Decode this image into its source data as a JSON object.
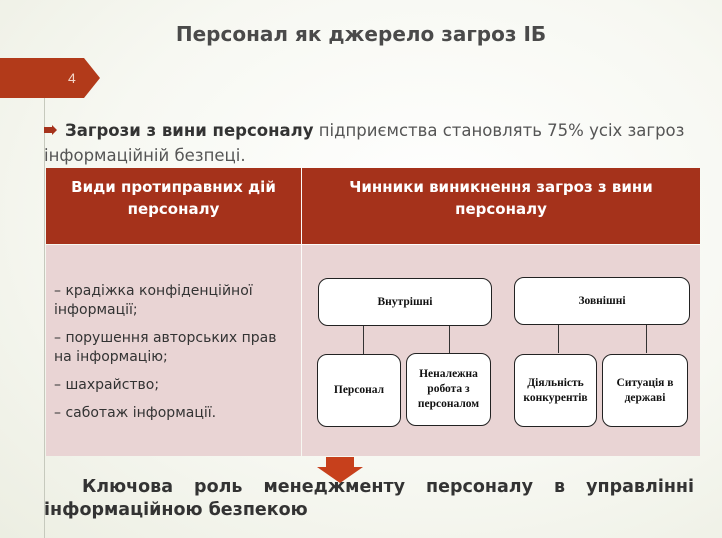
{
  "slide": {
    "title": "Персонал як джерело загроз ІБ",
    "number": "4"
  },
  "bullet": {
    "strong": "Загрози з вини персоналу",
    "rest": " підприємства становлять 75% усіх загроз інформаційній безпеці."
  },
  "table": {
    "headers": [
      "Види протиправних дій персоналу",
      "Чинники виникнення загроз з вини персоналу"
    ],
    "actions": [
      "– крадіжка конфіденційної інформації;",
      "– порушення авторських прав на інформацію;",
      "– шахрайство;",
      "– саботаж інформації."
    ]
  },
  "diagram": {
    "internal": "Внутрішні",
    "external": "Зовнішні",
    "internal_children": [
      "Персонал",
      "Неналежна робота з персоналом"
    ],
    "external_children": [
      "Діяльність конкурентів",
      "Ситуація в державі"
    ]
  },
  "conclusion": "Ключова роль менеджменту персоналу в управлінні інформаційною безпекою",
  "colors": {
    "accent": "#a5321b",
    "cell": "#e9d4d4",
    "arrow": "#c7401c"
  }
}
